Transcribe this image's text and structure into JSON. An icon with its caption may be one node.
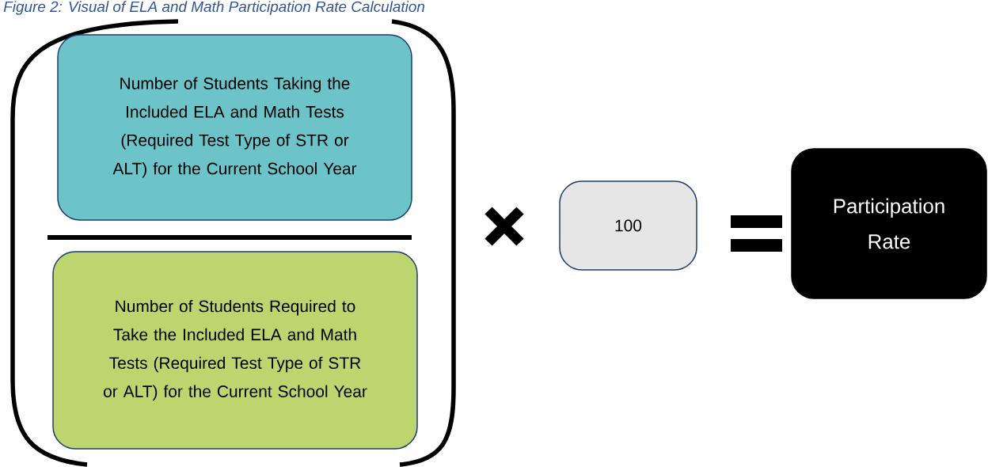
{
  "diagram": {
    "title": "Figure 2: Visual of ELA and Math Participation Rate Calculation",
    "nodes": [
      {
        "text": [
          "Number of Students Taking the Included ELA and Math Tests (Required Test Type of STR or ALT) for the Current School Year"
        ]
      },
      {
        "text": [
          "Number of Students Required to Take the Included ELA and Math Tests (Required Test Type of STR or ALT) for the Current School Year"
        ]
      },
      {
        "text": [
          "100"
        ]
      },
      {
        "text": [
          "Participation Rate"
        ]
      }
    ]
  }
}
